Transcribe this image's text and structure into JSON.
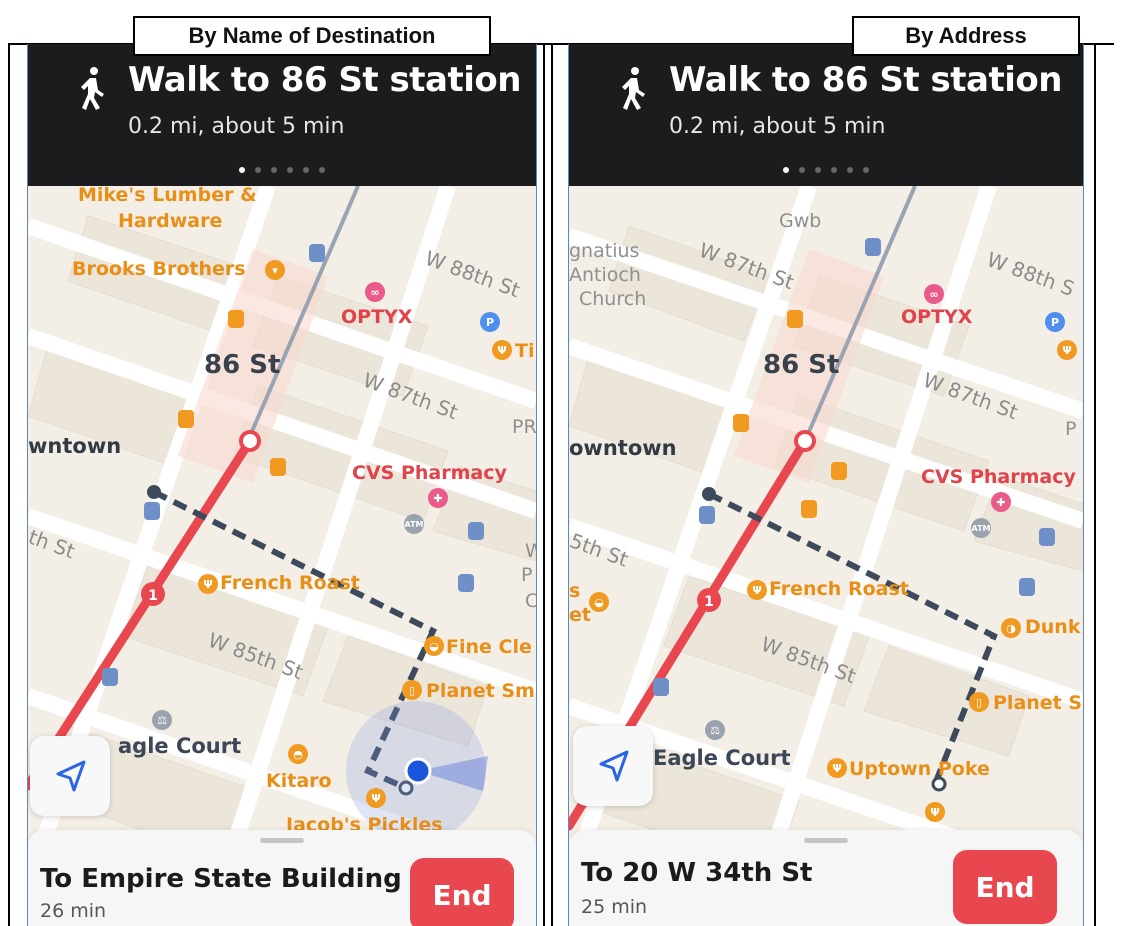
{
  "panels": {
    "left": {
      "tab_label": "By Name of Destination",
      "nav": {
        "title": "Walk to 86 St station",
        "subtitle": "0.2 mi, about 5 min"
      },
      "map": {
        "poi_mikes_1": "Mike's Lumber &",
        "poi_mikes_2": "Hardware",
        "poi_brooks": "Brooks Brothers",
        "poi_optyx": "OPTYX",
        "poi_ti": "Ti",
        "station": "86 St",
        "street_88": "W 88th St",
        "street_87": "W 87th St",
        "street_85": "W 85th St",
        "street_partial": "th St",
        "poi_pr": "PR",
        "downtown": "wntown",
        "poi_cvs": "CVS Pharmacy",
        "poi_french": "French Roast",
        "poi_fine": "Fine Cle",
        "poi_planet": "Planet Sm",
        "poi_eagle": "agle Court",
        "poi_kitaro": "Kitaro",
        "poi_jacob": "Jacob's Pickles",
        "poi_p_partial": "P",
        "poi_c_partial": "C",
        "poi_w_partial": "W",
        "route_badge": "1"
      },
      "card": {
        "destination": "To Empire State Building",
        "duration": "26 min",
        "end_label": "End"
      }
    },
    "right": {
      "tab_label": "By Address",
      "nav": {
        "title": "Walk to 86 St station",
        "subtitle": "0.2 mi, about 5 min"
      },
      "map": {
        "poi_gwb": "Gwb",
        "poi_ignatius_1": "gnatius",
        "poi_ignatius_2": "Antioch",
        "poi_ignatius_3": "Church",
        "poi_optyx": "OPTYX",
        "station": "86 St",
        "street_88": "W 88th S",
        "street_87top": "W 87th St",
        "street_87": "W 87th St",
        "street_85": "W 85th St",
        "street_partial": "5th St",
        "poi_p": "P",
        "downtown": "owntown",
        "poi_cvs": "CVS Pharmacy",
        "poi_french": "French Roast",
        "poi_dunk": "Dunk",
        "poi_planet": "Planet S",
        "poi_eagle": "Eagle Court",
        "poi_uptown": "Uptown Poke",
        "poi_s_partial": "s",
        "poi_et_partial": "et",
        "route_badge": "1"
      },
      "card": {
        "destination": "To 20 W 34th St",
        "duration": "25 min",
        "end_label": "End"
      }
    }
  },
  "heading_fragment": "By Name of Destination    By Address",
  "colors": {
    "route_red": "#e9474f",
    "walk_path": "#3d4a5c",
    "user_dot": "#1a56db",
    "banner": "#1c1c1e"
  }
}
